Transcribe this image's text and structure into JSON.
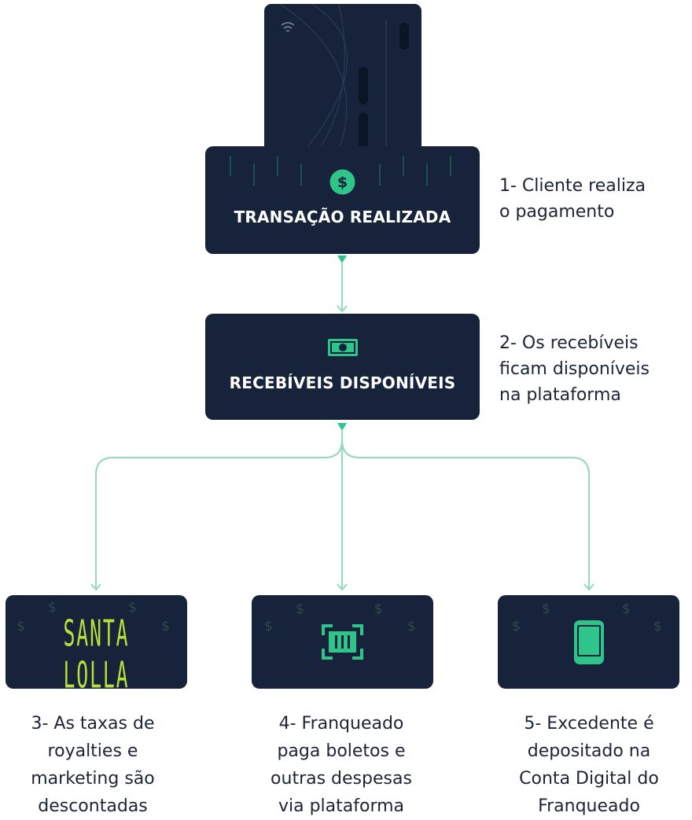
{
  "steps": {
    "transaction": {
      "title": "TRANSAÇÃO REALIZADA",
      "icon": "dollar-coin-icon",
      "description": "1- Cliente realiza\no pagamento"
    },
    "receivables": {
      "title": "RECEBÍVEIS DISPONÍVEIS",
      "icon": "banknote-icon",
      "description": "2- Os recebíveis\nficam disponíveis\nna plataforma"
    },
    "royalties": {
      "logo_text": "SANTA LOLLA",
      "caption": "3- As taxas de\nroyalties e\nmarketing são\ndescontadas"
    },
    "boletos": {
      "icon": "barcode-scan-icon",
      "caption": "4- Franqueado\npaga boletos e\noutras despesas\nvia plataforma"
    },
    "surplus": {
      "icon": "smartphone-icon",
      "caption": "5- Excedente é\ndepositado na\nConta Digital do\nFranqueado"
    }
  },
  "decor_symbol": "$",
  "colors": {
    "card": "#16233a",
    "accent": "#2fc489",
    "connector": "#8fdcb6",
    "logo": "#b8e03a",
    "text": "#1d2433"
  }
}
